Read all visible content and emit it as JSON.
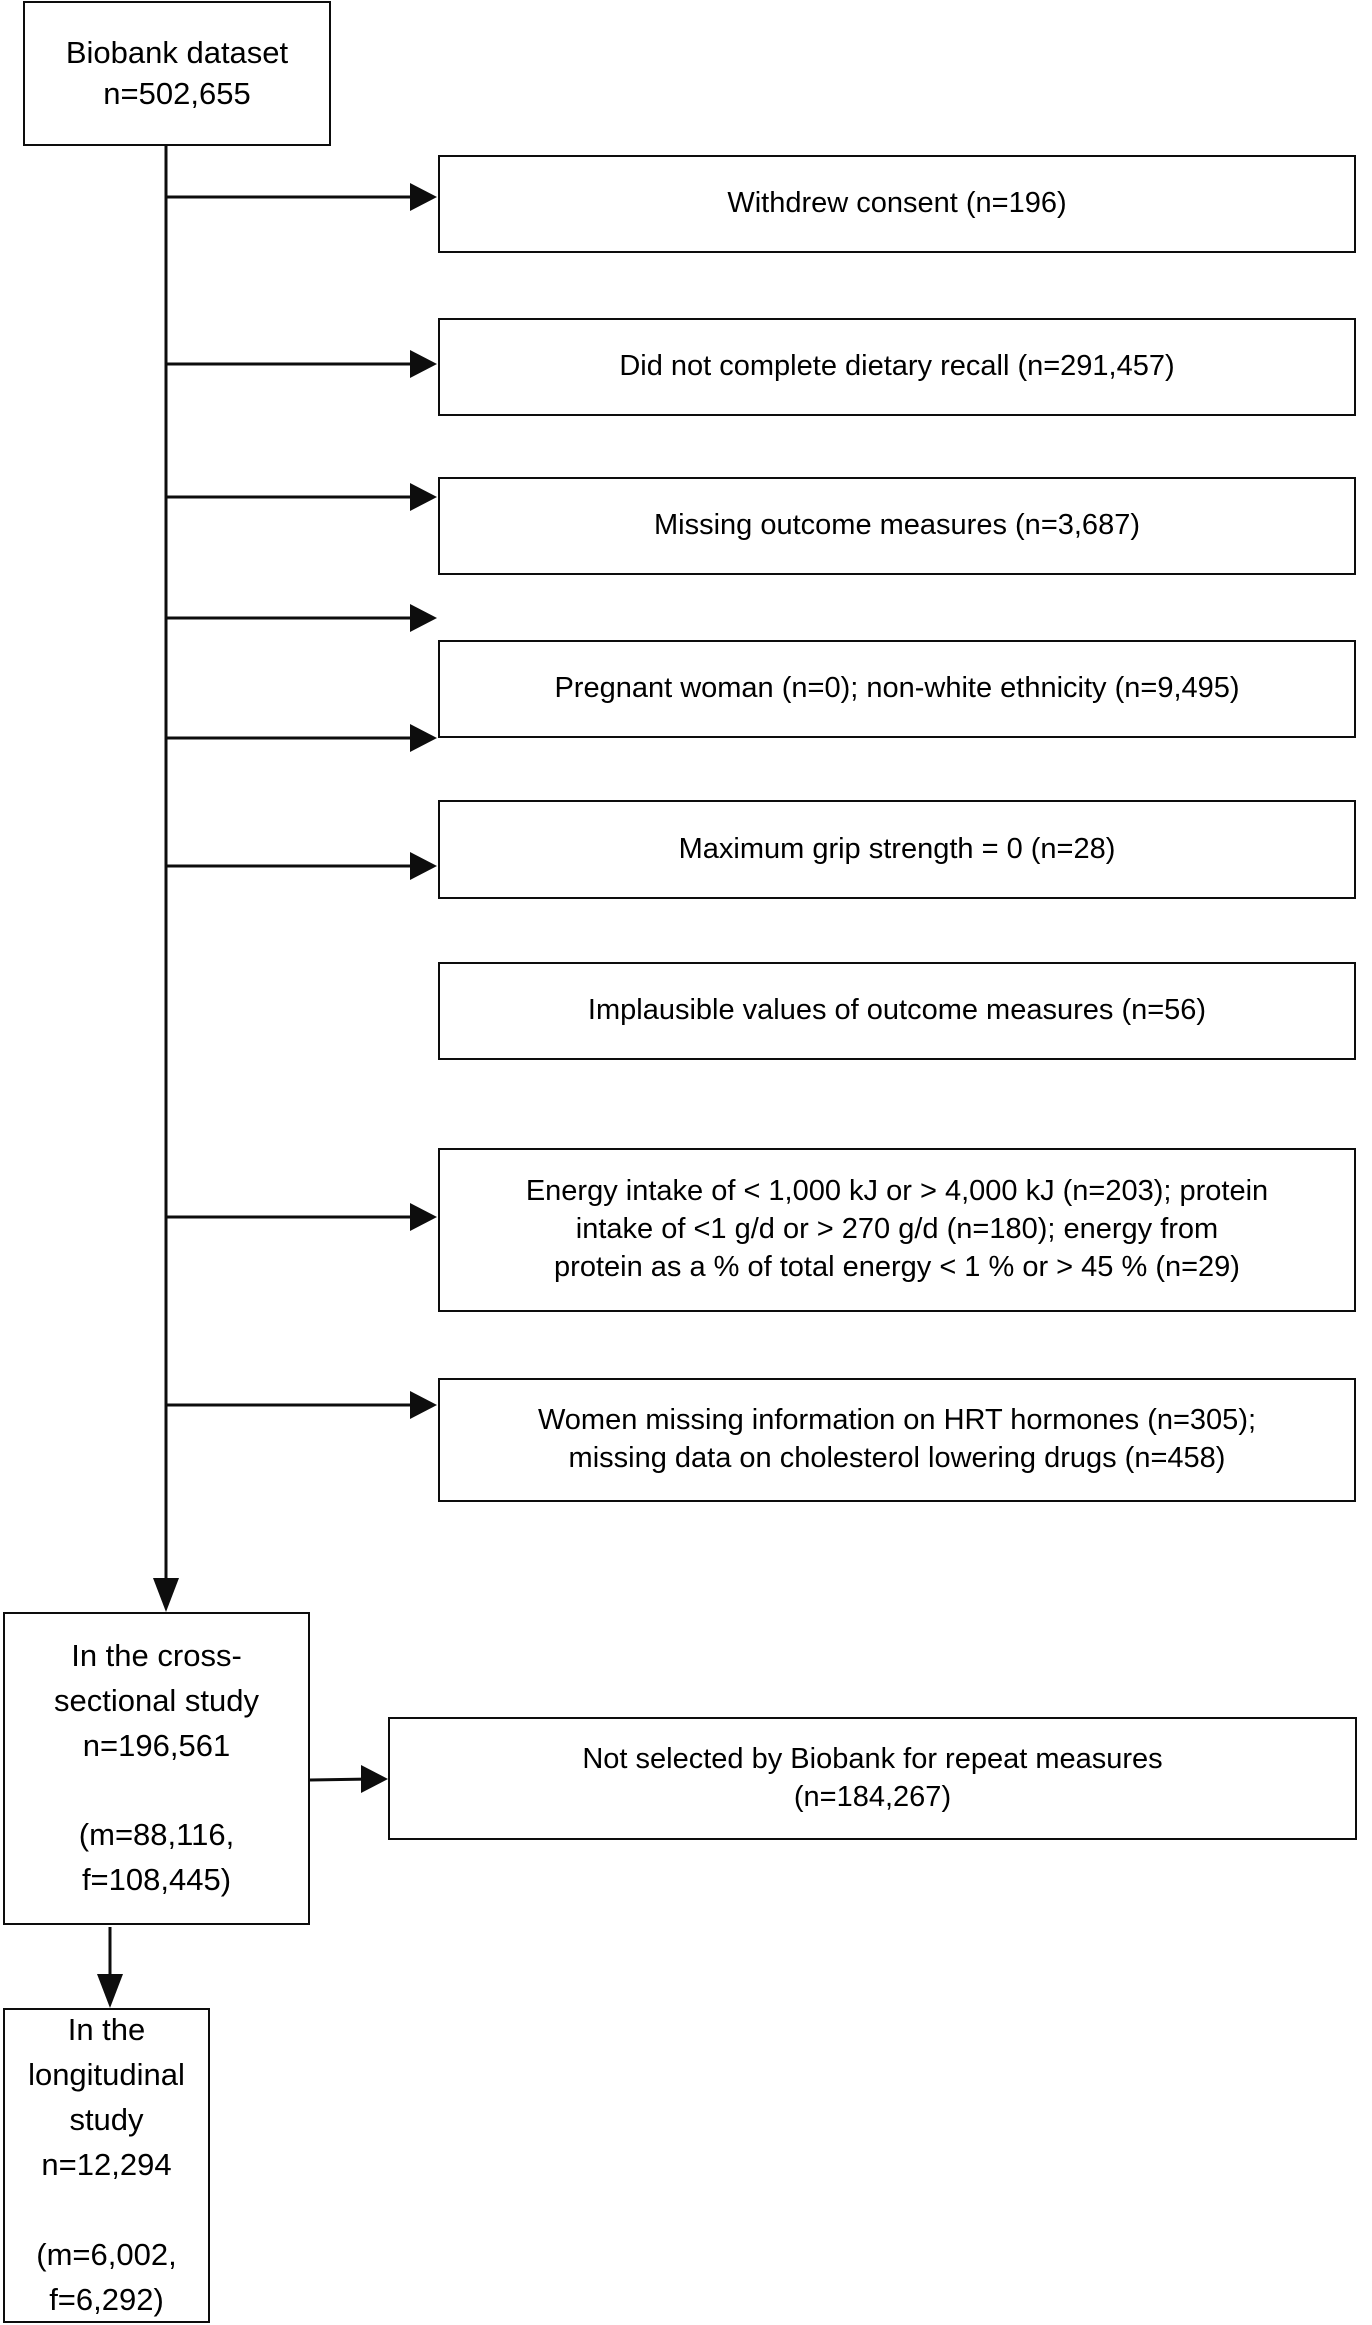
{
  "diagram": {
    "title": "Participant flow diagram",
    "accent_color": "#0d0d0d",
    "background_color": "#ffffff"
  },
  "nodes": {
    "source": {
      "line1": "Biobank dataset",
      "line2": "n=502,655"
    },
    "cross_sectional": {
      "line1": "In the cross-",
      "line2": "sectional study",
      "line3": "n=196,561",
      "line4": "(m=88,116,",
      "line5": "f=108,445)"
    },
    "longitudinal": {
      "line1": "In the",
      "line2": "longitudinal",
      "line3": "study n=12,294",
      "line4": "(m=6,002,",
      "line5": "f=6,292)"
    },
    "repeat_exclusion": {
      "line1": "Not selected by Biobank for repeat measures",
      "line2": "(n=184,267)"
    }
  },
  "exclusions": [
    {
      "id": "withdrew-consent",
      "lines": [
        "Withdrew consent (n=196)"
      ]
    },
    {
      "id": "no-dietary-recall",
      "lines": [
        "Did not complete dietary recall (n=291,457)"
      ]
    },
    {
      "id": "missing-outcome-measures",
      "lines": [
        "Missing outcome measures (n=3,687)"
      ]
    },
    {
      "id": "pregnant-or-nonwhite",
      "lines": [
        "Pregnant woman (n=0); non-white ethnicity (n=9,495)"
      ]
    },
    {
      "id": "zero-grip-strength",
      "lines": [
        "Maximum grip strength = 0 (n=28)"
      ]
    },
    {
      "id": "implausible-values",
      "lines": [
        "Implausible values of outcome measures (n=56)"
      ]
    },
    {
      "id": "energy-protein-limits",
      "lines": [
        "Energy intake of < 1,000 kJ or > 4,000 kJ (n=203); protein",
        "intake of <1 g/d or > 270 g/d (n=180); energy from",
        "protein as a % of total energy < 1 % or > 45 % (n=29)"
      ]
    },
    {
      "id": "missing-hrt-cholesterol",
      "lines": [
        "Women missing information on HRT hormones (n=305);",
        "missing data on cholesterol lowering drugs (n=458)"
      ]
    }
  ]
}
